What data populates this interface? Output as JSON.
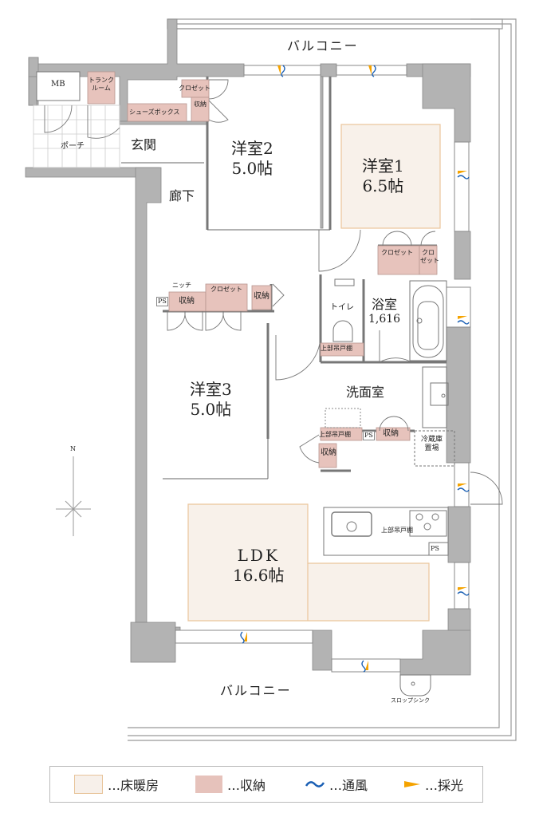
{
  "plan": {
    "balcony_top": "バルコニー",
    "balcony_bottom": "バルコニー",
    "mb": "MB",
    "trunk_room": "トランク\nルーム",
    "trunk_room_line1": "トランク",
    "trunk_room_line2": "ルーム",
    "porch": "ポーチ",
    "entrance": "玄関",
    "shoe_box": "シューズボックス",
    "hallway": "廊下",
    "closet_entrance": "クロゼット",
    "storage_entrance": "収納",
    "rooms": [
      {
        "id": "western-room-2",
        "name": "洋室2",
        "size": "5.0帖"
      },
      {
        "id": "western-room-1",
        "name": "洋室1",
        "size": "6.5帖"
      },
      {
        "id": "western-room-3",
        "name": "洋室3",
        "size": "5.0帖"
      },
      {
        "id": "ldk",
        "name": "LDK",
        "size": "16.6帖"
      }
    ],
    "closet_room1_a": "クロゼット",
    "closet_room1_b_line1": "クロ",
    "closet_room1_b_line2": "ゼット",
    "niche": "ニッチ",
    "ps_left": "PS",
    "storage_room3": "収納",
    "closet_room3": "クロゼット",
    "storage_hall": "収納",
    "toilet": "トイレ",
    "upper_cabinet_toilet": "上部吊戸棚",
    "bathroom": "浴室",
    "bathroom_size": "1,616",
    "washroom": "洗面室",
    "upper_cabinet_wash": "上部吊戸棚",
    "ps_wash": "PS",
    "storage_wash": "収納",
    "storage_wash_lower": "収納",
    "fridge_line1": "冷蔵庫",
    "fridge_line2": "置場",
    "upper_cabinet_kitchen": "上部吊戸棚",
    "ps_kitchen": "PS",
    "slop_sink": "スロップシンク",
    "compass_north": "N"
  },
  "legend": {
    "items": [
      {
        "label": "…床暖房",
        "type": "floor-heating",
        "color": "#f7f0ea",
        "border": "#e8c49a"
      },
      {
        "label": "…収納",
        "type": "storage",
        "color": "#e6c2bb"
      },
      {
        "label": "…通風",
        "type": "ventilation",
        "color": "#1a5fb4"
      },
      {
        "label": "…採光",
        "type": "daylight",
        "color": "#f5a300"
      }
    ]
  },
  "colors": {
    "wall": "#b3b3b3",
    "wall_stroke": "#777777",
    "floor_heating": "#f8f1ea",
    "floor_heating_border": "#ebc59b",
    "storage": "#e7c3bc",
    "ventilation": "#1a5fb4",
    "daylight": "#f5a300"
  }
}
